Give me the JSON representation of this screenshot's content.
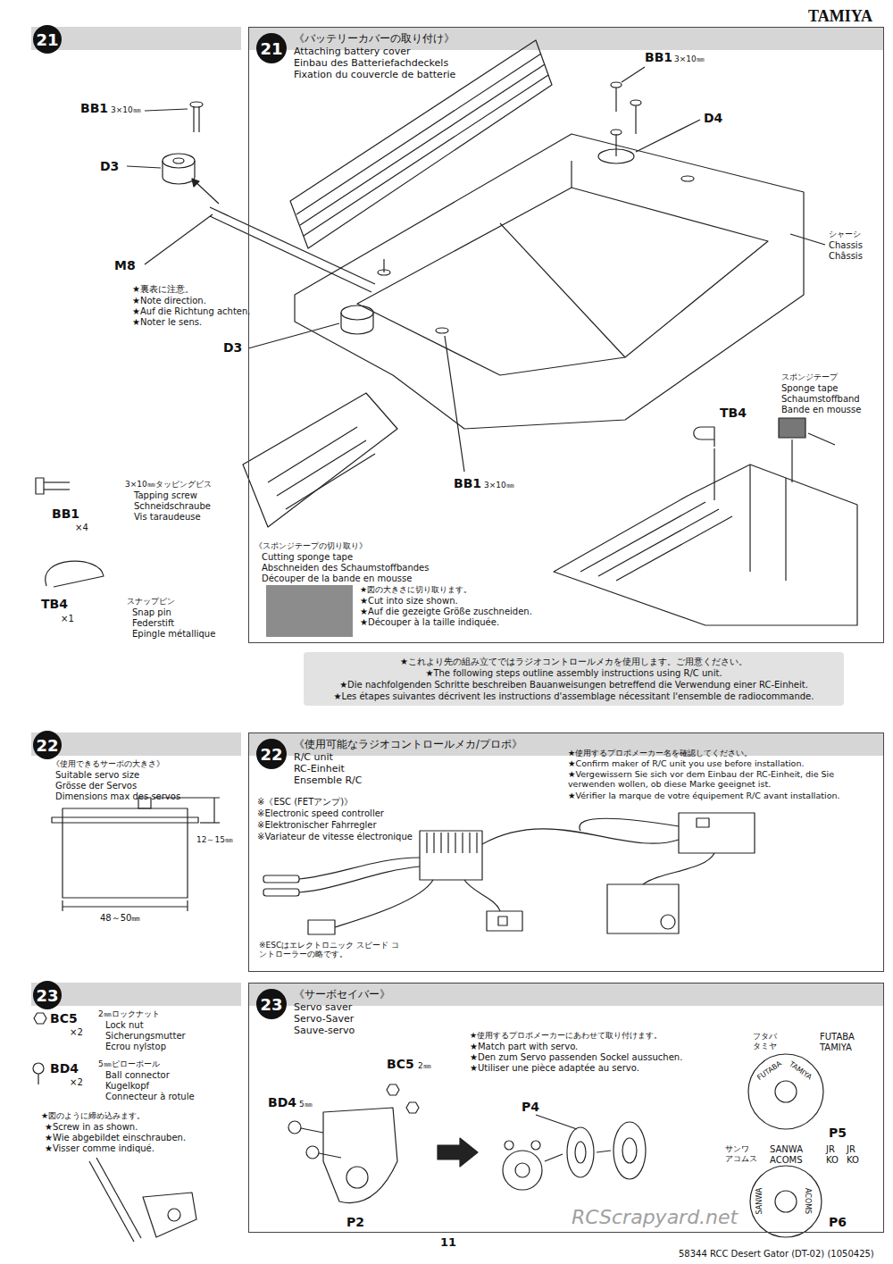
{
  "diagram": {
    "nodes": [
      {
        "text": [
          "21"
        ]
      },
      {
        "text": [
          "《バッテリーカバーの取り付け》",
          "Attaching battery cover",
          "Einbau des Batteriefachdeckels",
          "Fixation du couvercle de batterie"
        ]
      },
      {
        "text": [
          "21"
        ],
        "in": 1
      },
      {
        "text": [
          "★これより先の組み立てではラジオコントロールメカを使用します。ご用意ください。",
          "★The following steps outline assembly instructions using R/C unit.",
          "★Die nachfolgenden Schritte beschreiben Bauanweisungen betreffend die Verwendung einer RC-Einheit.",
          "★Les étapes suivantes décrivent les instructions d'assemblage nécessitant l'ensemble de radiocommande."
        ]
      },
      {
        "text": [
          "22"
        ]
      },
      {
        "text": [
          "《使用可能なラジオコントロールメカ/プロポ》",
          "R/C unit",
          "RC-Einheit",
          "Ensemble R/C"
        ]
      },
      {
        "text": [
          "22"
        ],
        "in": 5
      },
      {
        "text": [
          "23"
        ]
      },
      {
        "text": [
          "《サーボセイバー》",
          "Servo saver",
          "Servo-Saver",
          "Sauve-servo"
        ]
      },
      {
        "text": [
          "23"
        ],
        "in": 8
      }
    ],
    "labels": [
      "TAMIYA",
      "BB1",
      "3×10㎜",
      "D3",
      "M8",
      "★裏表に注意。",
      "★Note direction.",
      "★Auf die Richtung achten.",
      "★Noter le sens.",
      "D3",
      "BB1",
      "3×10㎜",
      "BB1",
      "3×10㎜",
      "D4",
      "シャーシ",
      "Chassis",
      "Châssis",
      "TB4",
      "スポンジテープ",
      "Sponge tape",
      "Schaumstoffband",
      "Bande en mousse",
      "3×10㎜タッピングビス",
      "Tapping screw",
      "Schneidschraube",
      "Vis taraudeuse",
      "BB1",
      "×4",
      "TB4",
      "×1",
      "スナップピン",
      "Snap pin",
      "Federstift",
      "Epingle métallique",
      "《スポンジテープの切り取り》",
      "Cutting sponge tape",
      "Abschneiden des Schaumstoffbandes",
      "Découper de la bande en mousse",
      "★図の大きさに切り取ります。",
      "★Cut into size shown.",
      "★Auf die gezeigte Größe zuschneiden.",
      "★Découper à la taille indiquée.",
      "《使用できるサーボの大きさ》",
      "Suitable servo size",
      "Grösse der Servos",
      "Dimensions max des servos",
      "12～15㎜",
      "48～50㎜",
      "★使用するプロポメーカー名を確認してください。",
      "★Confirm maker of R/C unit you use before installation.",
      "★Vergewissern Sie sich vor dem Einbau der RC-Einheit, die Sie verwenden wollen, ob diese Marke geeignet ist.",
      "★Vérifier la marque de votre équipement R/C avant installation.",
      "※《ESC (FETアンプ)》",
      "※Electronic speed controller",
      "※Elektronischer Fahrregler",
      "※Variateur de vitesse électronique",
      "※ESCはエレクトロニック スピード コントローラーの略です。",
      "BC5",
      "×2",
      "2㎜ロックナット",
      "Lock nut",
      "Sicherungsmutter",
      "Ecrou nylstop",
      "BD4",
      "×2",
      "5㎜ピローボール",
      "Ball connector",
      "Kugelkopf",
      "Connecteur à rotule",
      "★図のように締め込みます。",
      "★Screw in as shown.",
      "★Wie abgebildet einschrauben.",
      "★Visser comme indiqué.",
      "★使用するプロポメーカーにあわせて取り付けます。",
      "★Match part with servo.",
      "★Den zum Servo passenden Sockel aussuchen.",
      "★Utiliser une pièce adaptée au servo.",
      "フタバ",
      "タミヤ",
      "FUTABA",
      "TAMIYA",
      "P5",
      "サンワ",
      "アコムス",
      "SANWA",
      "ACOMS",
      "JR",
      "KO",
      "JR",
      "KO",
      "P6",
      "FUTABA",
      "TAMIYA",
      "SANWA",
      "ACOMS",
      "BD4",
      "5㎜",
      "BC5",
      "2㎜",
      "P4",
      "P2",
      "11",
      "58344 RCC Desert Gator (DT-02) (1050425)",
      "RCScrapyard.net"
    ]
  }
}
